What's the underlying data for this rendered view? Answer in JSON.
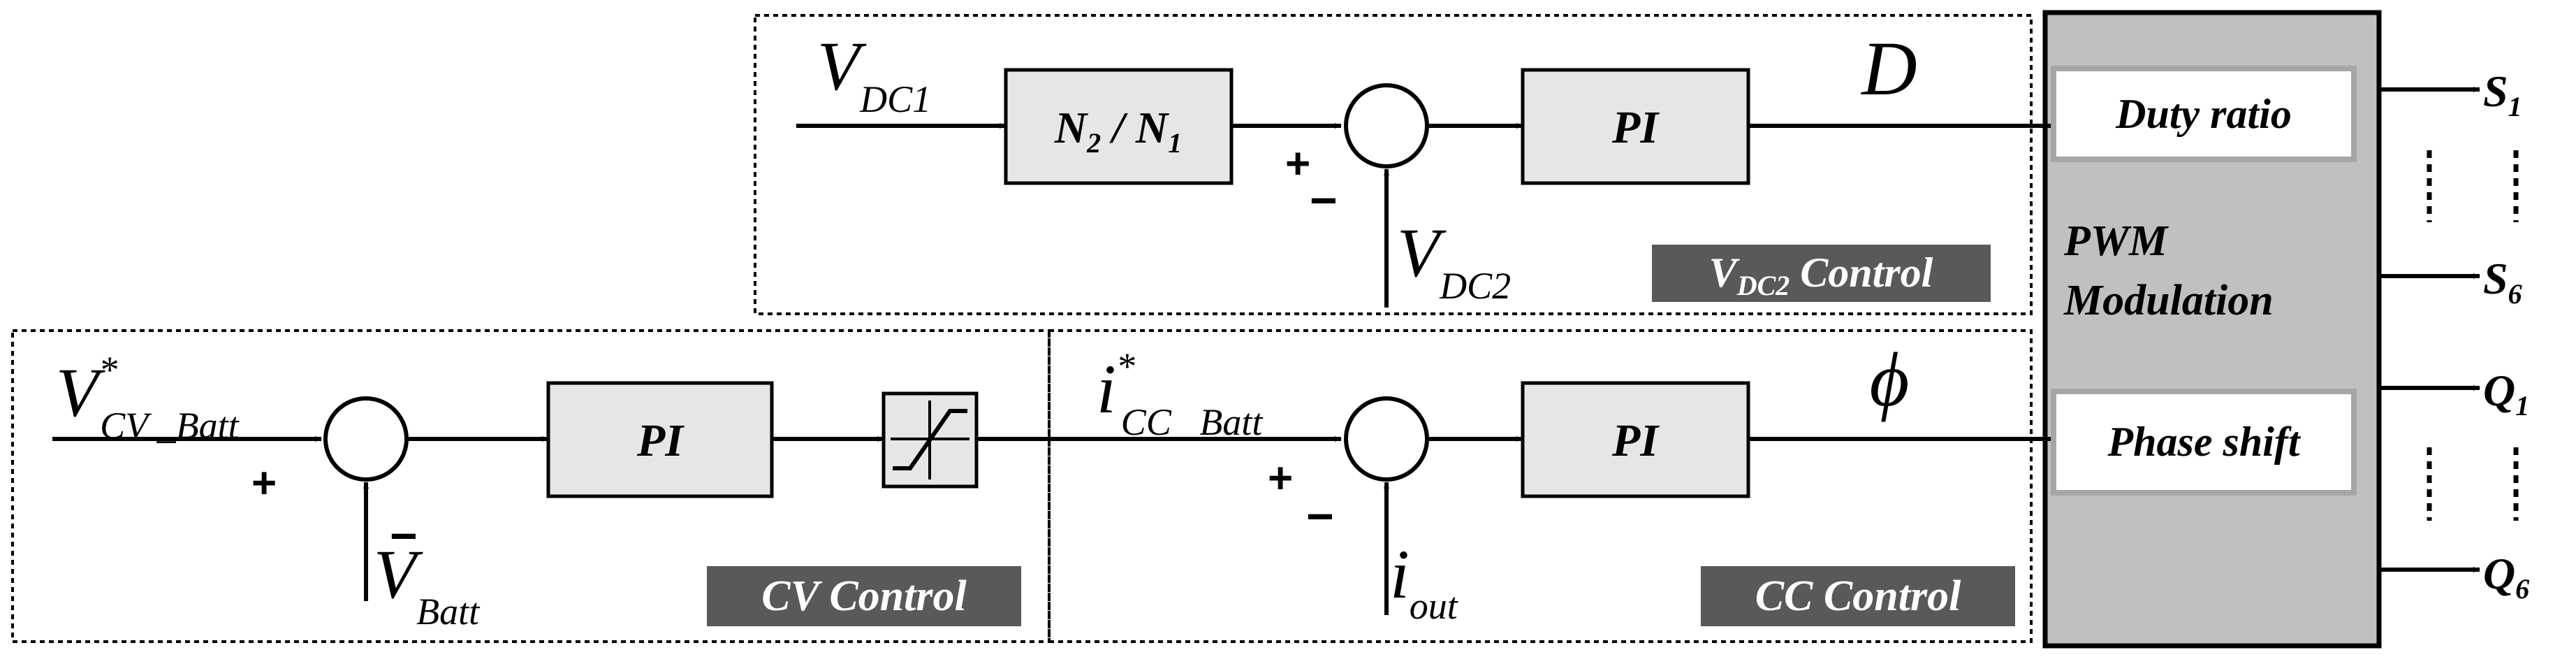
{
  "vdc2_section": {
    "input_main": "V",
    "input_sub": "DC1",
    "ratio_block": {
      "n2": "N",
      "n2_sub": "2",
      "sep": " / ",
      "n1": "N",
      "n1_sub": "1"
    },
    "plus": "+",
    "minus": "−",
    "feedback_main": "V",
    "feedback_sub": "DC2",
    "pi_label": "PI",
    "output_label": "D",
    "section_label_main": "V",
    "section_label_sub": "DC2",
    "section_label_rest": " Control"
  },
  "cv_section": {
    "input_main": "V",
    "input_sub": "CV _Batt",
    "input_sup": "*",
    "plus": "+",
    "minus": "−",
    "feedback_main": "V",
    "feedback_sub": "Batt",
    "pi_label": "PI",
    "section_label": "CV Control"
  },
  "cc_section": {
    "input_main": "i",
    "input_sub": "CC _Batt",
    "input_sup": "*",
    "plus": "+",
    "minus": "−",
    "feedback_main": "i",
    "feedback_sub": "out",
    "pi_label": "PI",
    "output_label": "ϕ",
    "section_label": "CC Control"
  },
  "pwm_block": {
    "duty_label": "Duty ratio",
    "title_line1": "PWM",
    "title_line2": "Modulation",
    "phase_label": "Phase shift"
  },
  "outputs": [
    {
      "main": "S",
      "sub": "1"
    },
    {
      "main": "S",
      "sub": "6"
    },
    {
      "main": "Q",
      "sub": "1"
    },
    {
      "main": "Q",
      "sub": "6"
    }
  ]
}
